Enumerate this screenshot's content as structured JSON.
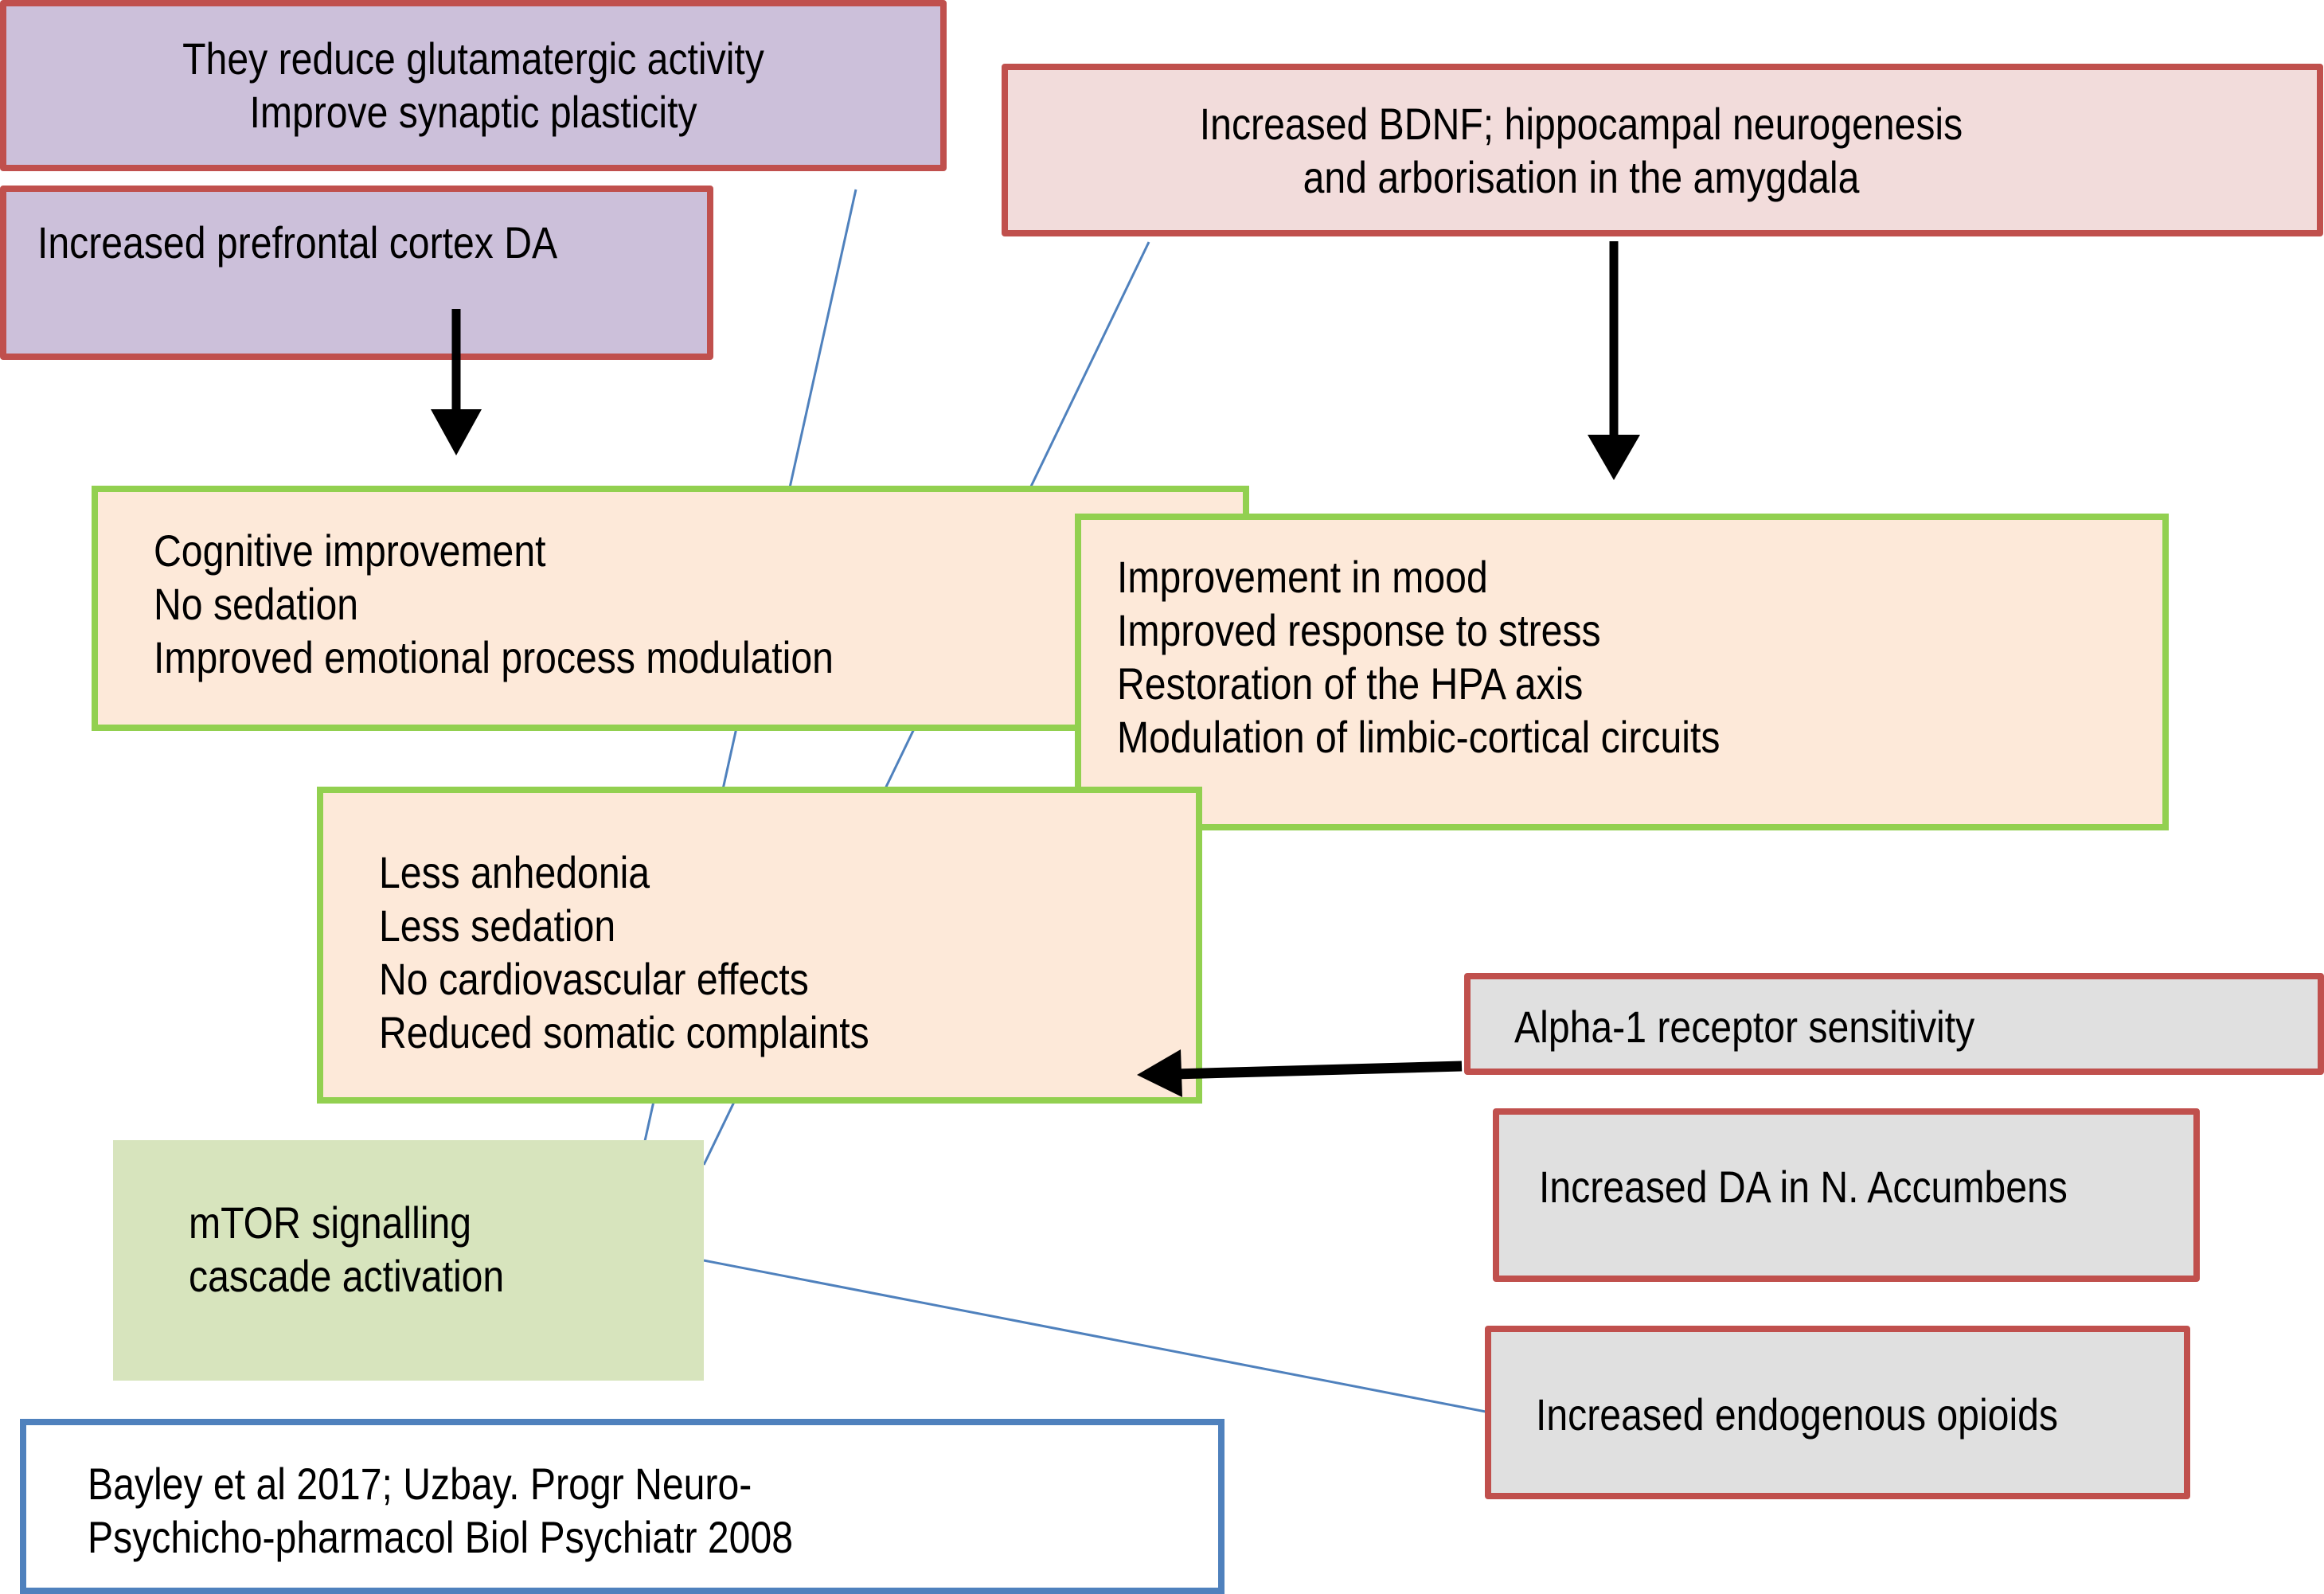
{
  "colors": {
    "red_border": "#c0504d",
    "green_border": "#92d050",
    "blue_border": "#4f81bd",
    "purple_fill": "#ccc0da",
    "pink_fill": "#f2dcdb",
    "peach_fill": "#fde9d9",
    "gray_fill": "#e0e0e0",
    "sage_fill": "#d7e4bd",
    "connector": "#4f81bd",
    "arrow": "#000000"
  },
  "boxes": {
    "glutamatergic": {
      "lines": [
        "They reduce glutamatergic activity",
        "Improve synaptic plasticity"
      ]
    },
    "prefrontal": {
      "lines": [
        "Increased prefrontal cortex DA"
      ]
    },
    "bdnf": {
      "lines": [
        "Increased BDNF; hippocampal neurogenesis",
        "and arborisation in the amygdala"
      ]
    },
    "cognitive": {
      "lines": [
        "Cognitive improvement",
        "No sedation",
        "Improved emotional process modulation"
      ]
    },
    "mood": {
      "lines": [
        "Improvement in mood",
        "Improved response to stress",
        "Restoration of the HPA axis",
        "Modulation of limbic-cortical circuits"
      ]
    },
    "anhedonia": {
      "lines": [
        "Less anhedonia",
        "Less sedation",
        "No cardiovascular effects",
        "Reduced somatic complaints"
      ]
    },
    "alpha1": {
      "lines": [
        "Alpha-1 receptor sensitivity"
      ]
    },
    "accumbens": {
      "lines": [
        "Increased DA in N. Accumbens"
      ]
    },
    "opioids": {
      "lines": [
        "Increased endogenous opioids"
      ]
    },
    "mtor": {
      "lines": [
        "mTOR signalling",
        "cascade activation"
      ]
    },
    "citation": {
      "lines": [
        "Bayley et al 2017; Uzbay. Progr Neuro-",
        "Psychicho-pharmacol Biol Psychiatr 2008"
      ]
    }
  },
  "edges": [
    {
      "from": "prefrontal",
      "to": "cognitive",
      "type": "arrow"
    },
    {
      "from": "bdnf",
      "to": "mood",
      "type": "arrow"
    },
    {
      "from": "alpha1",
      "to": "anhedonia",
      "type": "arrow"
    },
    {
      "from": "glutamatergic",
      "to": "mtor",
      "type": "connector"
    },
    {
      "from": "bdnf",
      "to": "mtor",
      "type": "connector"
    },
    {
      "from": "mtor",
      "to": "opioids",
      "type": "connector"
    }
  ]
}
